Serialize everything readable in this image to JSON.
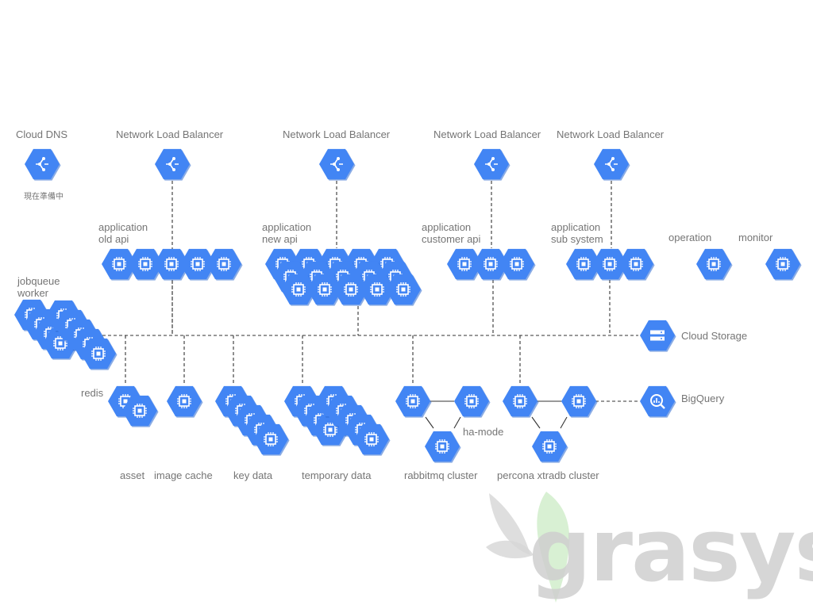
{
  "colors": {
    "hex": "#4285f4",
    "hex_dark": "#2a68d0",
    "line": "#333333",
    "label": "#757575",
    "leaf_green": "#c8eac0",
    "leaf_gray": "#d6d6d6",
    "watermark": "#cfcfcf"
  },
  "icons": {
    "dns": "network-arrows-icon",
    "lb": "network-arrows-icon",
    "vm": "compute-chip-icon",
    "storage": "storage-drive-icon",
    "bigquery": "bigquery-magnifier-icon"
  },
  "labels": {
    "cloud_dns": "Cloud DNS",
    "dns_note": "現在準備中",
    "lb1": "Network Load Balancer",
    "lb2": "Network Load Balancer",
    "lb3": "Network Load Balancer",
    "lb4": "Network Load Balancer",
    "app_old": "application\nold api",
    "app_new": "application\nnew api",
    "app_customer": "application\ncustomer api",
    "app_sub": "application\nsub system",
    "operation": "operation",
    "monitor": "monitor",
    "jobqueue": "jobqueue\nworker",
    "cloud_storage": "Cloud Storage",
    "bigquery": "BigQuery",
    "redis": "redis",
    "ha_mode": "ha-mode",
    "asset": "asset",
    "image_cache": "image cache",
    "key_data": "key data",
    "temporary_data": "temporary data",
    "rabbitmq": "rabbitmq cluster",
    "percona": "percona xtradb cluster"
  },
  "watermark": {
    "text": "grasys"
  }
}
